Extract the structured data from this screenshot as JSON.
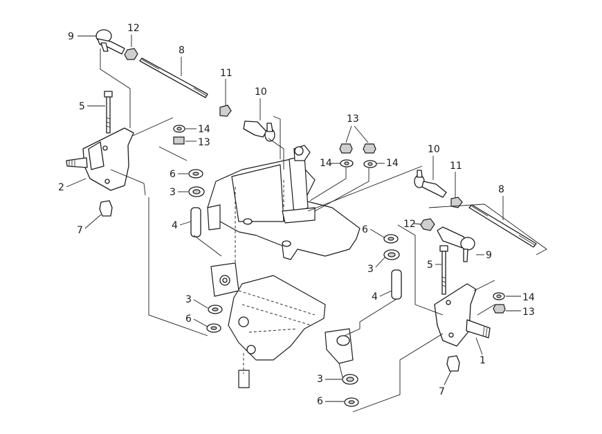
{
  "callouts": {
    "c_9_left": "9",
    "c_12_left": "12",
    "c_8_left": "8",
    "c_11_left": "11",
    "c_10_left": "10",
    "c_5_left": "5",
    "c_14_left": "14",
    "c_13_left": "13",
    "c_2": "2",
    "c_6_left": "6",
    "c_3_left": "3",
    "c_4_left": "4",
    "c_7_left": "7",
    "c_3_left_low": "3",
    "c_6_left_low": "6",
    "c_13_center": "13",
    "c_14_center_l": "14",
    "c_14_center_r": "14",
    "c_10_right": "10",
    "c_11_right": "11",
    "c_8_right": "8",
    "c_12_right": "12",
    "c_9_right": "9",
    "c_6_mid": "6",
    "c_3_mid": "3",
    "c_5_right": "5",
    "c_4_mid": "4",
    "c_14_right": "14",
    "c_13_right": "13",
    "c_1": "1",
    "c_7_right": "7",
    "c_3_bottom": "3",
    "c_6_bottom": "6"
  }
}
